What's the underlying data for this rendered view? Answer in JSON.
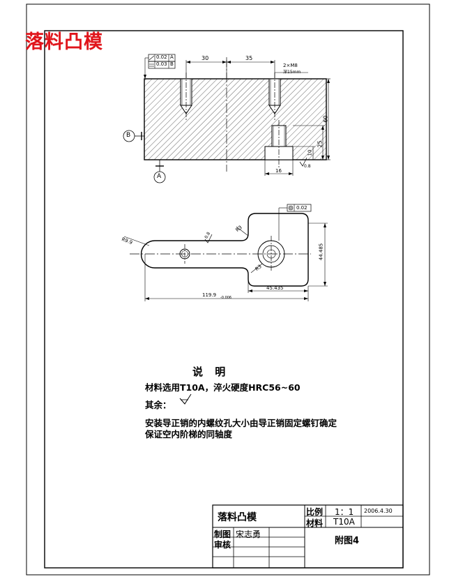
{
  "header": {
    "title": "落料凸模"
  },
  "front_view": {
    "tolerance_frame_1": {
      "value": "0.02",
      "datum": "A"
    },
    "tolerance_frame_2": {
      "value": "0.03",
      "datum": "B"
    },
    "dim_30": "30",
    "dim_35": "35",
    "dim_holes": "2×M8",
    "dim_holes_sub": "深15mm",
    "dim_60": "60",
    "dim_25": "25",
    "dim_10": "10",
    "dim_16": "16",
    "roughness": "0.8",
    "datum_a": "A",
    "datum_b": "B"
  },
  "top_view": {
    "frame_value": "0.02",
    "r_left": "R9.9",
    "r_top": "R3",
    "r_bottom": "R3",
    "roughness": "0.8",
    "dim_width": "44.485",
    "dim_bottom_right": "45.435",
    "dim_total": "119.9",
    "tol_sub": "-0.006"
  },
  "notes": {
    "title": "说 明",
    "line1": "材料选用T10A，淬火硬度HRC56~60",
    "line2_prefix": "其余：",
    "line3": "安装导正销的内螺纹孔大小由导正销固定螺钉确定",
    "line4": "保证空内阶梯的同轴度"
  },
  "title_block": {
    "part_name": "落料凸模",
    "scale_label": "比例",
    "scale_value": "1：1",
    "date": "2006.4.30",
    "material_label": "材料",
    "material_value": "T10A",
    "drawn_label": "制图",
    "drawn_value": "宋志勇",
    "check_label": "审核",
    "sheet": "附图4"
  }
}
